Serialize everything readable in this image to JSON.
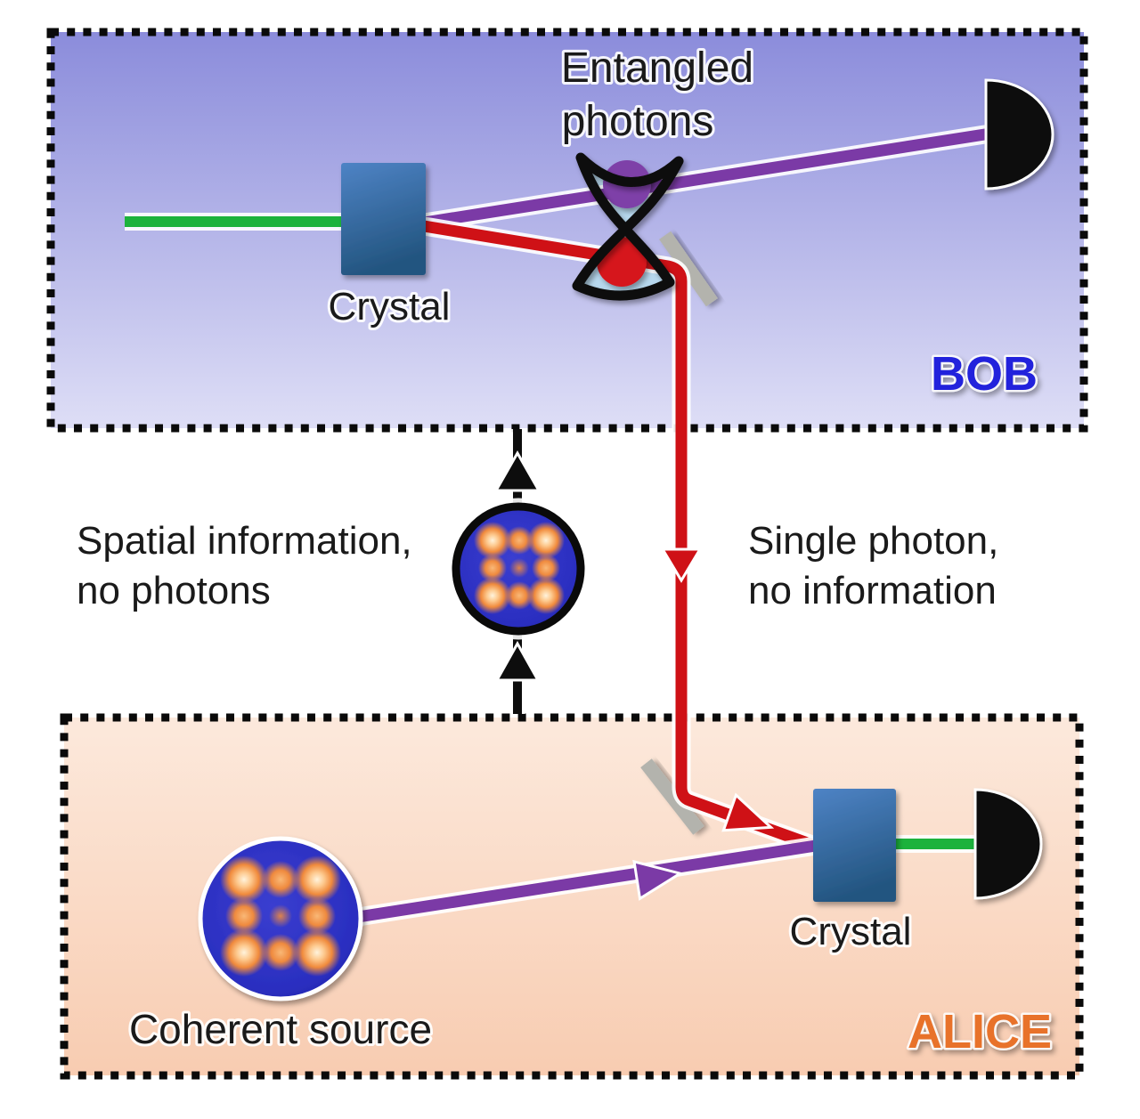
{
  "figure": {
    "bob_label": "BOB",
    "alice_label": "ALICE",
    "entangled_photons_line1": "Entangled",
    "entangled_photons_line2": "photons",
    "crystal_label_bob": "Crystal",
    "crystal_label_alice": "Crystal",
    "coherent_source_label": "Coherent source",
    "left_note_line1": "Spatial information,",
    "left_note_line2": "no photons",
    "right_note_line1": "Single photon,",
    "right_note_line2": "no information"
  },
  "icons": {
    "detector": "black half-dome photon detector",
    "mirror": "tilted gray mirror bar",
    "entangled_photons_symbol": "black figure-eight loop holding purple and red photons",
    "coherent_source": "blue disk with 3x3 orange interference spots",
    "spatial_pattern": "blue disk with 3x3 orange interference spots",
    "info_arrow": "black upward arrow"
  },
  "colors": {
    "bob_top": "#8b8cdb",
    "bob_bottom": "#dedef6",
    "alice_top": "#fce9dc",
    "alice_bottom": "#f8ccb1",
    "border_black": "#0a0a0a",
    "bob_label": "#2424dc",
    "alice_label": "#e8722a",
    "text_black": "#1a1a1a",
    "beam_green": "#1cb23c",
    "beam_purple": "#7b3aa6",
    "beam_red": "#cf1116",
    "crystal_top": "#4e83c5",
    "crystal_bottom": "#235580",
    "mirror": "#b3b3ad",
    "detector": "#0b0b0b",
    "symbol_fill": "#b7d8ee",
    "entangled_purple": "#7e3fa8",
    "entangled_red": "#d6121a",
    "source_blue_center": "#3a3ed0",
    "source_blue_edge": "#20249f",
    "arrow_black": "#0d0d0d"
  }
}
